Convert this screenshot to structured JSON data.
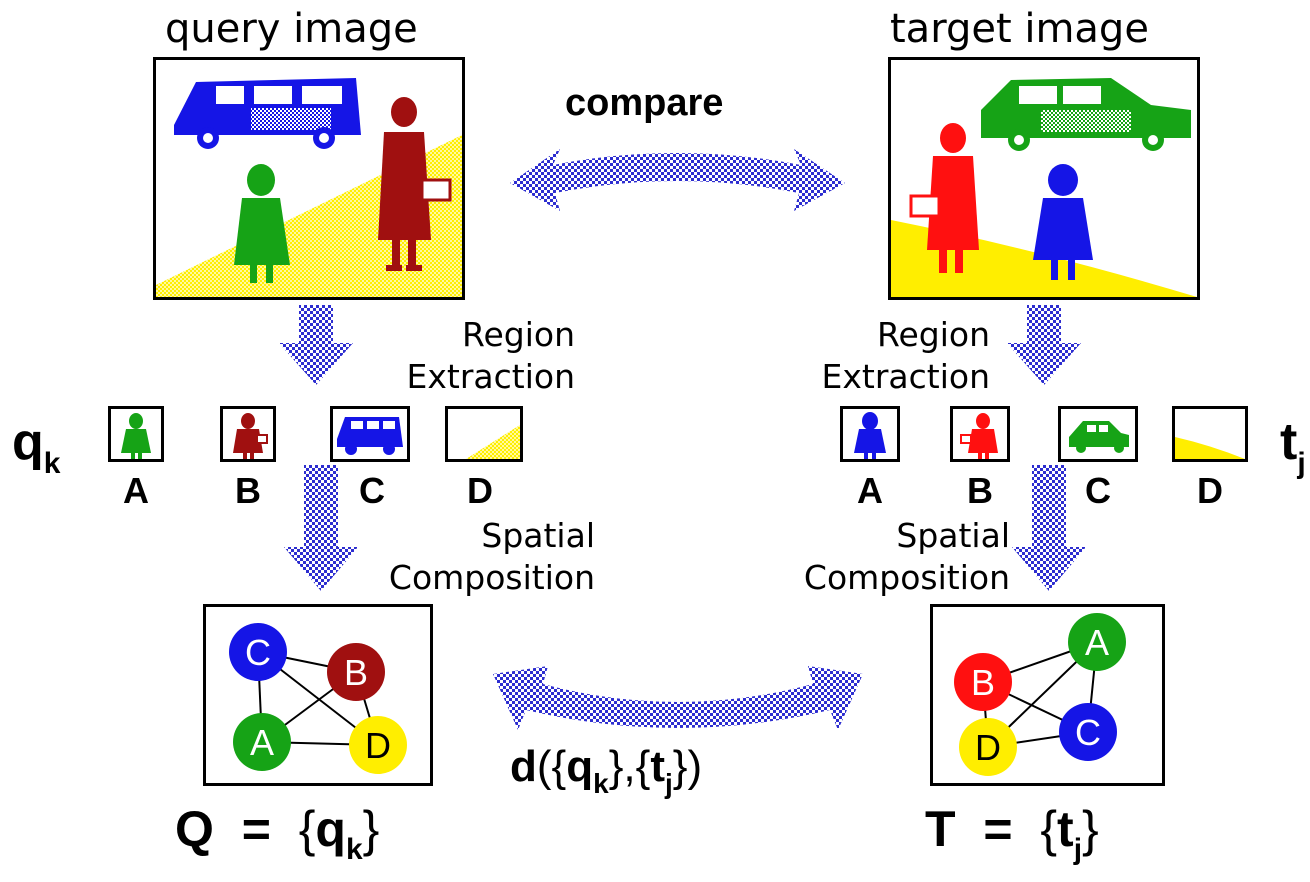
{
  "titles": {
    "query": "query image",
    "target": "target image"
  },
  "compare_label": "compare",
  "steps": {
    "region_extraction": [
      "Region",
      "Extraction"
    ],
    "spatial_composition": [
      "Spatial",
      "Composition"
    ]
  },
  "query_regions": {
    "set_symbol": "q",
    "set_subscript": "k",
    "labels": [
      "A",
      "B",
      "C",
      "D"
    ]
  },
  "target_regions": {
    "set_symbol": "t",
    "set_subscript": "j",
    "labels": [
      "A",
      "B",
      "C",
      "D"
    ]
  },
  "query_graph": {
    "nodes": [
      "C",
      "B",
      "A",
      "D"
    ]
  },
  "target_graph": {
    "nodes": [
      "A",
      "B",
      "C",
      "D"
    ]
  },
  "formulas": {
    "Q": {
      "lhs": "Q",
      "eq": "=",
      "open": "{",
      "sym": "q",
      "sub": "k",
      "close": "}"
    },
    "T": {
      "lhs": "T",
      "eq": "=",
      "open": "{",
      "sym": "t",
      "sub": "j",
      "close": "}"
    },
    "distance": {
      "d": "d",
      "open": "(",
      "lb1": "{",
      "q": "q",
      "k": "k",
      "rb1": "}",
      "comma": ",",
      "lb2": "{",
      "t": "t",
      "j": "j",
      "rb2": "}",
      "close": ")"
    }
  },
  "colors": {
    "blue": "#1515e6",
    "red": "#ff1010",
    "dark_red": "#a01010",
    "green": "#16a316",
    "yellow": "#ffee00",
    "arrow": "#5858d8"
  }
}
